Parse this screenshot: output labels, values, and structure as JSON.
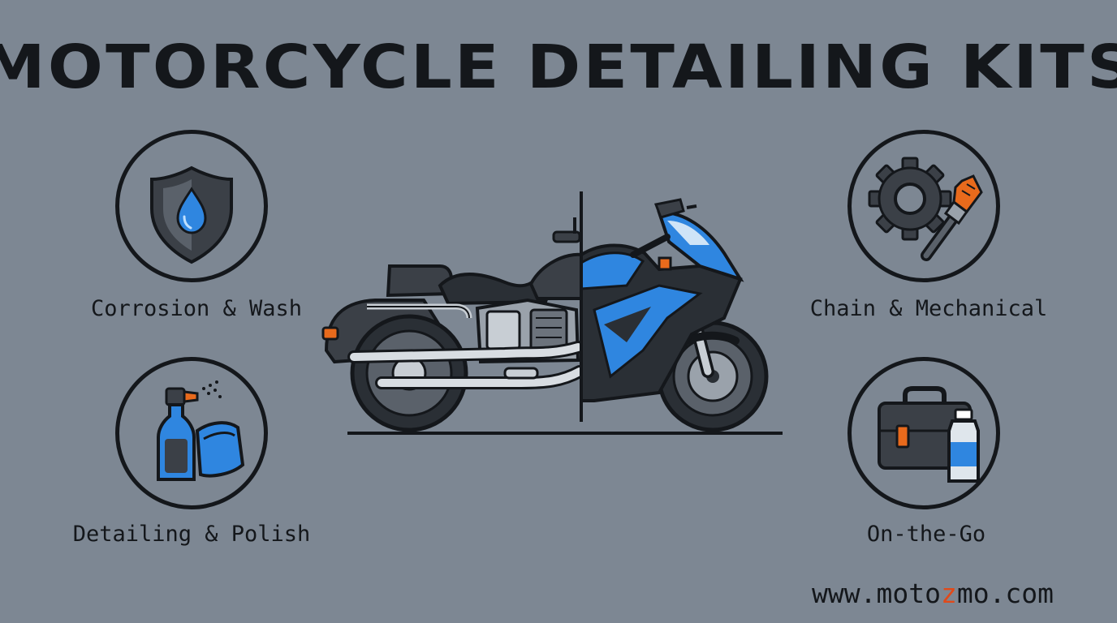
{
  "title": "MOTORCYCLE DETAILING KITS",
  "categories": [
    {
      "label": "Corrosion & Wash",
      "icon": "shield-water-drop-icon"
    },
    {
      "label": "Detailing & Polish",
      "icon": "spray-bottle-cloth-icon"
    },
    {
      "label": "Chain & Mechanical",
      "icon": "gear-brush-icon"
    },
    {
      "label": "On-the-Go",
      "icon": "bag-bottle-icon"
    }
  ],
  "hero": {
    "icon": "cruiser-sportbike-split-icon"
  },
  "website": {
    "prefix": "www.moto",
    "highlight": "z",
    "suffix": "mo.com"
  },
  "colors": {
    "background": "#7d8793",
    "ink": "#14171b",
    "blue": "#2f86e0",
    "orange": "#e86a1c",
    "accent": "#e04a1a"
  }
}
